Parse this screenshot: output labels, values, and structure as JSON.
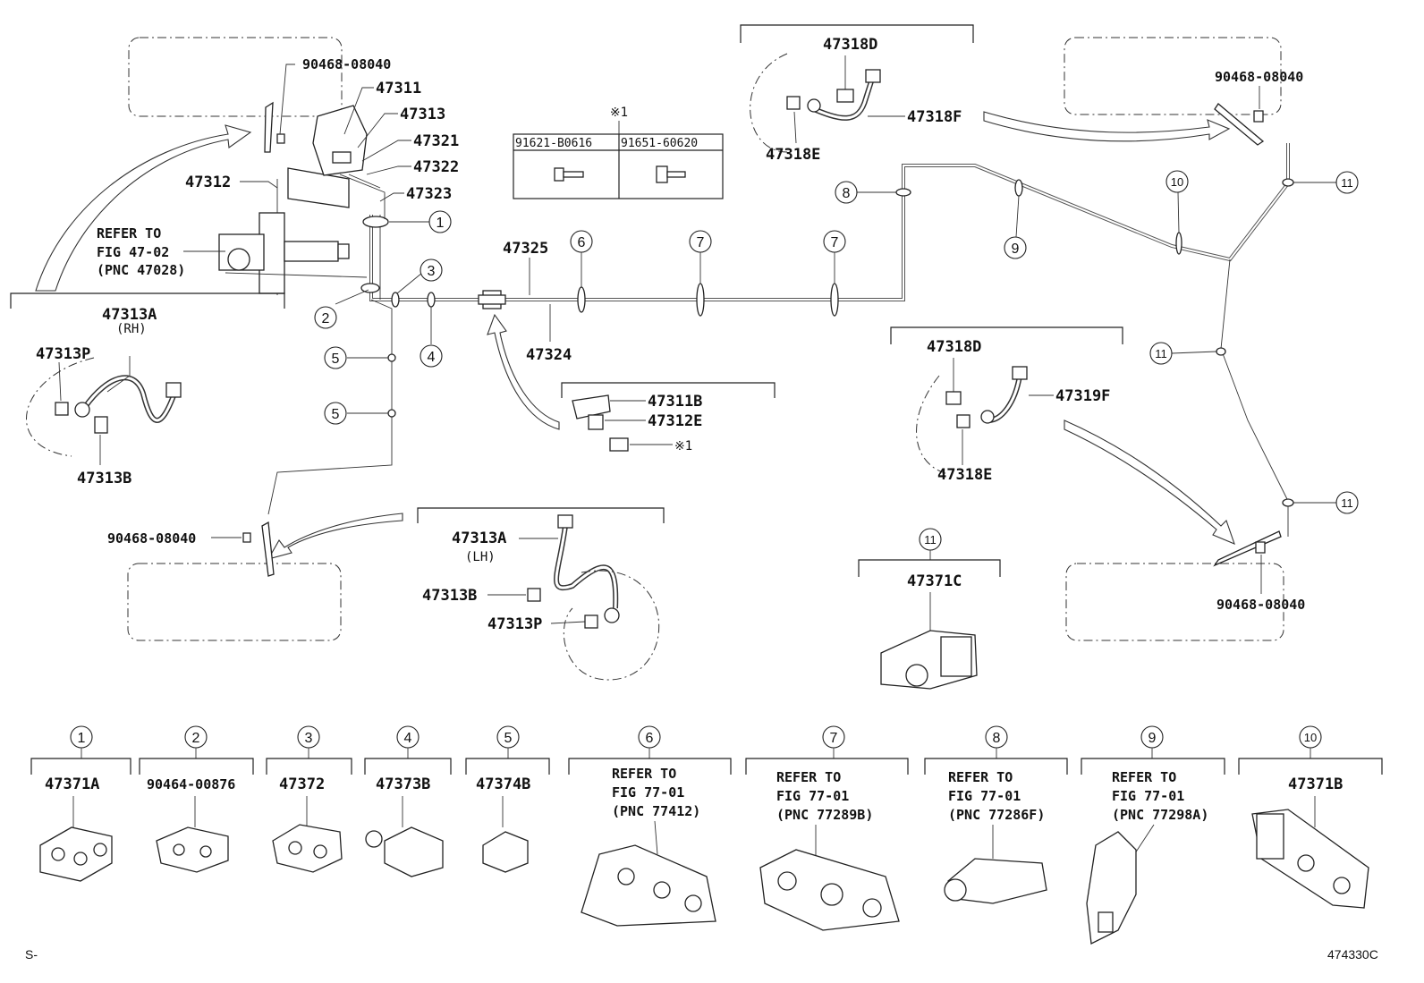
{
  "figure_code": "474330C",
  "corner_mark": "S-",
  "parts": {
    "p90468_top_left": "90468-08040",
    "p47311": "47311",
    "p47313": "47313",
    "p47321": "47321",
    "p47322": "47322",
    "p47312": "47312",
    "p47323": "47323",
    "p47325": "47325",
    "p47324": "47324",
    "p47313A_rh": "47313A",
    "rh": "(RH)",
    "p47313P_rh": "47313P",
    "p47313B_rh": "47313B",
    "p90468_bottom_left": "90468-08040",
    "p47313A_lh": "47313A",
    "lh": "(LH)",
    "p47313B_lh": "47313B",
    "p47313P_lh": "47313P",
    "p47311B": "47311B",
    "p47312E": "47312E",
    "star1": "※1",
    "p47318D_top": "47318D",
    "p47318E_top": "47318E",
    "p47318F": "47318F",
    "p90468_top_right": "90468-08040",
    "p47318D_mid": "47318D",
    "p47319F": "47319F",
    "p47318E_mid": "47318E",
    "p90468_bottom_right": "90468-08040",
    "p47371C": "47371C"
  },
  "refer_main": {
    "line1": "REFER TO",
    "line2": "FIG 47-02",
    "line3": "(PNC 47028)"
  },
  "bolt_table": {
    "star": "※1",
    "col1": "91621-B0616",
    "col2": "91651-60620"
  },
  "callouts": [
    "1",
    "2",
    "3",
    "4",
    "5",
    "5",
    "6",
    "7",
    "7",
    "8",
    "9",
    "10",
    "11",
    "11",
    "11"
  ],
  "clamp_11": {
    "num": "11",
    "part": "47371C"
  },
  "clamps": [
    {
      "num": "1",
      "part": "47371A"
    },
    {
      "num": "2",
      "part": "90464-00876"
    },
    {
      "num": "3",
      "part": "47372"
    },
    {
      "num": "4",
      "part": "47373B"
    },
    {
      "num": "5",
      "part": "47374B"
    },
    {
      "num": "6",
      "refer1": "REFER TO",
      "refer2": "FIG 77-01",
      "refer3": "(PNC 77412)"
    },
    {
      "num": "7",
      "refer1": "REFER TO",
      "refer2": "FIG 77-01",
      "refer3": "(PNC 77289B)"
    },
    {
      "num": "8",
      "refer1": "REFER TO",
      "refer2": "FIG 77-01",
      "refer3": "(PNC 77286F)"
    },
    {
      "num": "9",
      "refer1": "REFER TO",
      "refer2": "FIG 77-01",
      "refer3": "(PNC 77298A)"
    },
    {
      "num": "10",
      "part": "47371B"
    }
  ]
}
